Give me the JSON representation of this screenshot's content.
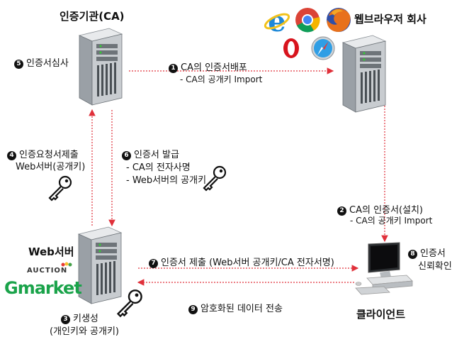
{
  "ca": {
    "title": "인증기관(CA)",
    "step5_num": "5",
    "step5": "인증서심사"
  },
  "browser_vendor": {
    "title": "웹브라우저 회사"
  },
  "webserver": {
    "title": "Web서버",
    "step3_num": "3",
    "step3_line1": "키생성",
    "step3_line2": "(개인키와 공개키)"
  },
  "client": {
    "title": "클라이언트",
    "step8_num": "8",
    "step8_line1": "인증서",
    "step8_line2": "신뢰확인"
  },
  "logos": {
    "auction": "AUCTION",
    "gmarket": "Gmarket"
  },
  "steps": {
    "s1_num": "1",
    "s1_title": "CA의 인증서배포",
    "s1_sub": "- CA의 공개키 Import",
    "s2_num": "2",
    "s2_title": "CA의 인증서(설치)",
    "s2_sub": "- CA의 공개키 Import",
    "s4_num": "4",
    "s4_title": "인증요청서제출",
    "s4_sub": "Web서버(공개키)",
    "s6_num": "6",
    "s6_title": "인증서 발급",
    "s6_sub1": "- CA의 전자사명",
    "s6_sub2": "- Web서버의 공개키",
    "s7_num": "7",
    "s7_title": "인증서 제출 (Web서버 공개키/CA 전자서명)",
    "s9_num": "9",
    "s9_title": "암호화된 데이터 전송"
  },
  "colors": {
    "arrow": "#e0303a",
    "server_dark": "#6e7479",
    "server_light": "#d6d9dc"
  },
  "icons": [
    "server-icon",
    "key-icon",
    "ie-icon",
    "chrome-icon",
    "firefox-icon",
    "opera-icon",
    "safari-icon",
    "desktop-computer-icon"
  ]
}
